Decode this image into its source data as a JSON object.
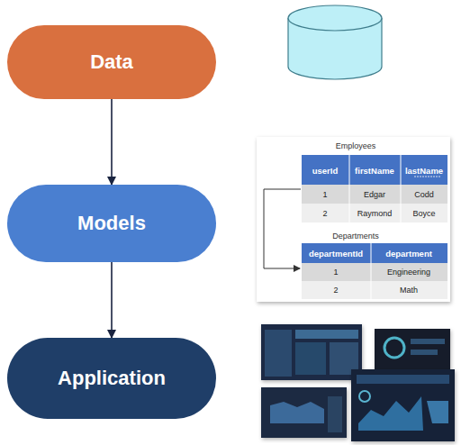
{
  "diagram": {
    "nodes": [
      {
        "text": [
          "Data"
        ]
      },
      {
        "text": [
          "Models"
        ]
      },
      {
        "text": [
          "Application"
        ]
      }
    ],
    "edges": [
      {
        "from": 0,
        "to": 1,
        "arrow": "to"
      },
      {
        "from": 1,
        "to": 2,
        "arrow": "to"
      }
    ],
    "labels": [
      "Employees",
      "userId",
      "firstName",
      "lastName",
      "1",
      "Edgar",
      "Codd",
      "2",
      "Raymond",
      "Boyce",
      "Departments",
      "departmentId",
      "department",
      "1",
      "Engineering",
      "2",
      "Math"
    ]
  }
}
